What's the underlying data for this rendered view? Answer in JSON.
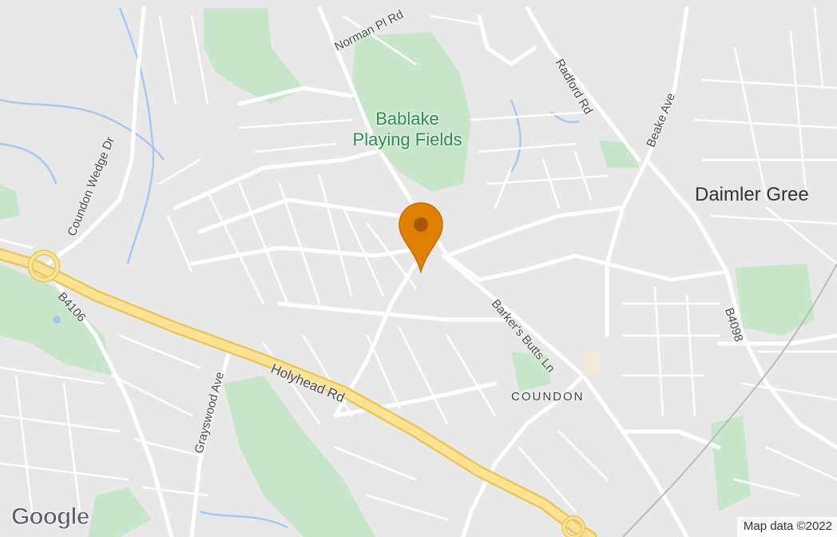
{
  "map": {
    "area_label": "Daimler Gree",
    "park_label_line1": "Bablake",
    "park_label_line2": "Playing Fields",
    "district_label": "COUNDON",
    "roads": {
      "norman_pl": "Norman Pl Rd",
      "radford": "Radford Rd",
      "beake": "Beake Ave",
      "coundon_wedge": "Coundon Wedge Dr",
      "b4106": "B4106",
      "holyhead": "Holyhead Rd",
      "barkers_butts": "Barker's Butts Ln",
      "b4098": "B4098",
      "grayswood": "Grayswood Ave"
    },
    "marker_color": "#e08000",
    "logo_text": "Google",
    "attribution": "Map data ©2022"
  }
}
